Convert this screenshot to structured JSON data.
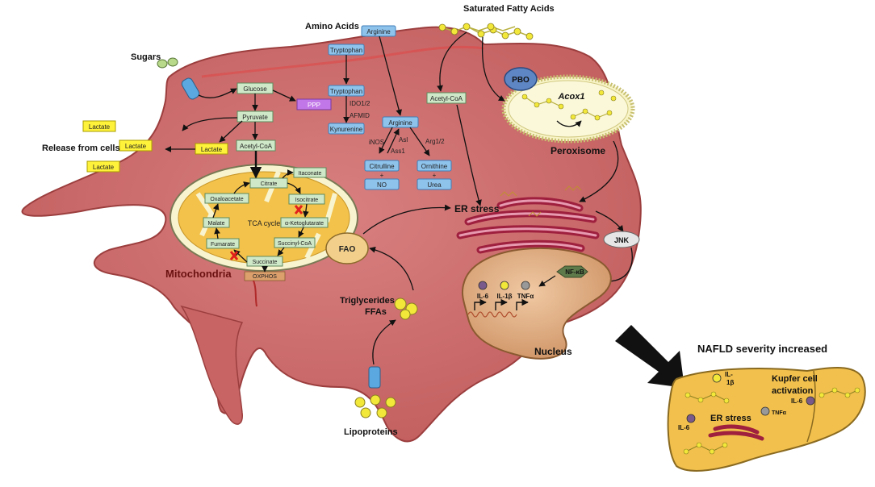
{
  "labels": {
    "sugars": "Sugars",
    "amino_acids": "Amino Acids",
    "saturated_fatty_acids": "Saturated Fatty Acids",
    "release_from_cells": "Release from cells",
    "mitochondria": "Mitochondria",
    "peroxisome": "Peroxisome",
    "er_stress": "ER stress",
    "nucleus": "Nucleus",
    "triglycerides": "Triglycerides,",
    "ffas": "FFAs",
    "lipoproteins": "Lipoproteins",
    "tca_cycle": "TCA cycle",
    "fao": "FAO",
    "pbo": "PBO",
    "acox1": "Acox1",
    "jnk": "JNK",
    "nfkb": "NF-κB",
    "oxphos": "OXPHOS"
  },
  "glycolysis": {
    "glucose": "Glucose",
    "ppp": "PPP",
    "pyruvate": "Pyruvate",
    "lactate": "Lactate",
    "acetyl_coa": "Acetyl-CoA"
  },
  "released_lactate": [
    "Lactate",
    "Lactate",
    "Lactate"
  ],
  "amino": {
    "arginine_top": "Arginine",
    "tryptophan_top": "Tryptophan",
    "tryptophan": "Tryptophan",
    "ido": "IDO1/2",
    "afmid": "AFMID",
    "kynurenine": "Kynurenine",
    "arginine": "Arginine",
    "inos": "iNOS",
    "asl": "Asl",
    "ass1": "Ass1",
    "arg12": "Arg1/2",
    "citrulline": "Citrulline",
    "plus1": "+",
    "no": "NO",
    "ornithine": "Ornithine",
    "plus2": "+",
    "urea": "Urea"
  },
  "fatty": {
    "acetyl_coa": "Acetyl-CoA"
  },
  "tca": {
    "citrate": "Citrate",
    "itaconate": "Itaconate",
    "isocitrate": "Isocitrate",
    "aketo": "α-Ketoglutarate",
    "succinylcoa": "Succinyl-CoA",
    "succinate": "Succinate",
    "fumarate": "Fumarate",
    "malate": "Malate",
    "oxaloacetate": "Oxaloacetate"
  },
  "cytokines": {
    "il6": "IL-6",
    "il1b": "IL-1β",
    "tnfa": "TNFα"
  },
  "liver": {
    "title": "NAFLD severity increased",
    "kupfer1": "Kupfer cell",
    "kupfer2": "activation",
    "il1b_a": "IL-",
    "il1b_b": "1β",
    "il6_right": "IL-6",
    "tnfa": "TNFα",
    "er_stress": "ER stress",
    "il6_left": "IL-6"
  },
  "colors": {
    "cell_body": "#cd6b6b",
    "cell_outline": "#9c3e3e",
    "mitochondria_matrix": "#f3c24a",
    "peroxisome": "#f8f4c8",
    "nucleus": "#dca77c",
    "liver": "#f2c04c"
  }
}
